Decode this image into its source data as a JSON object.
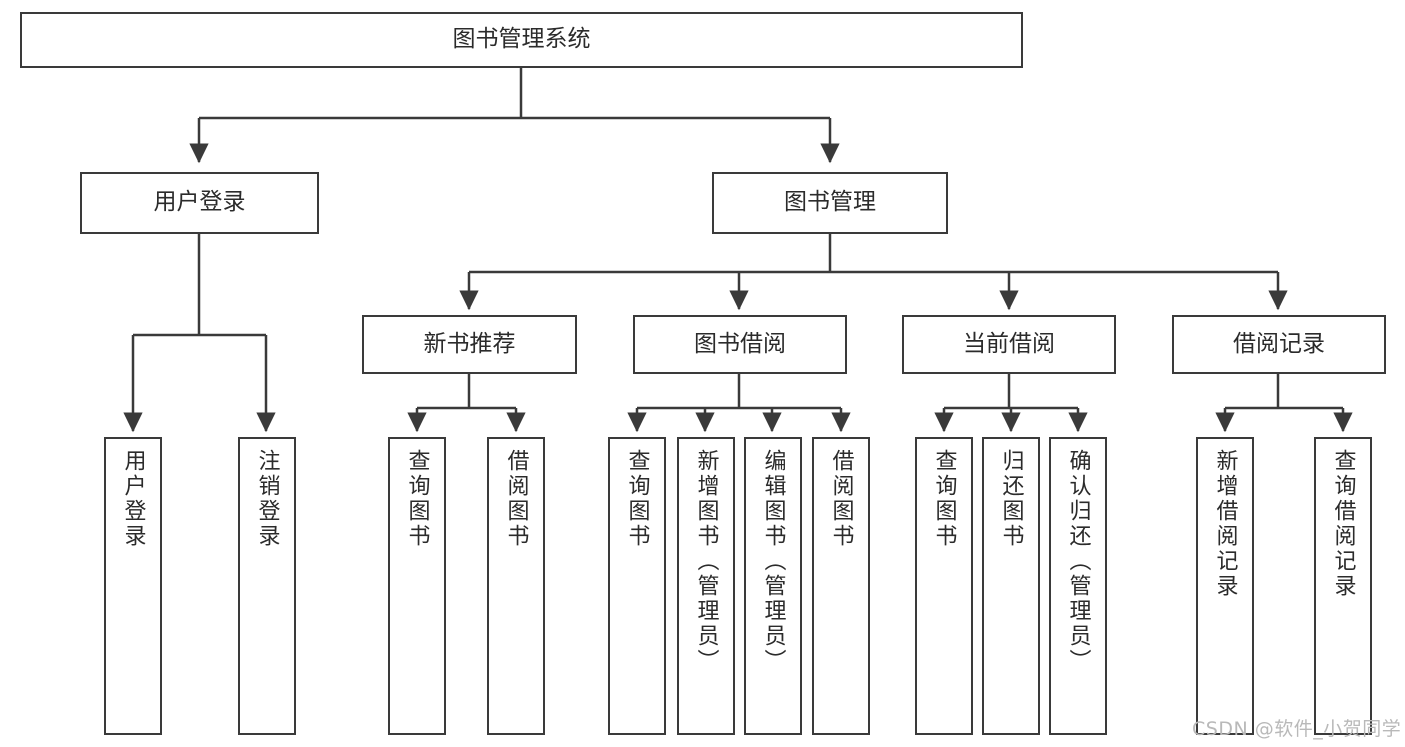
{
  "diagram": {
    "title": "图书管理系统",
    "type": "tree",
    "background_color": "#ffffff",
    "node_border_color": "#3a3a3a",
    "text_color": "#2b2b2b"
  },
  "nodes": {
    "root": {
      "label": "图书管理系统",
      "level": 1
    },
    "user_login": {
      "label": "用户登录",
      "level": 2
    },
    "book_manage": {
      "label": "图书管理",
      "level": 2
    },
    "new_book_rec": {
      "label": "新书推荐",
      "level": 3
    },
    "book_borrow": {
      "label": "图书借阅",
      "level": 3
    },
    "current_borrow": {
      "label": "当前借阅",
      "level": 3
    },
    "borrow_record": {
      "label": "借阅记录",
      "level": 3
    },
    "leaf_user_login": {
      "label": "用户登录",
      "level": 3
    },
    "leaf_logout": {
      "label": "注销登录",
      "level": 3
    },
    "leaf_query_book_rec": {
      "label": "查询图书",
      "level": 4
    },
    "leaf_borrow_book_rec": {
      "label": "借阅图书",
      "level": 4
    },
    "leaf_query_book_borrow": {
      "label": "查询图书",
      "level": 4
    },
    "leaf_add_book": {
      "label": "新增图书（管理员）",
      "level": 4
    },
    "leaf_edit_book": {
      "label": "编辑图书（管理员）",
      "level": 4
    },
    "leaf_borrow_book": {
      "label": "借阅图书",
      "level": 4
    },
    "leaf_query_book_cur": {
      "label": "查询图书",
      "level": 4
    },
    "leaf_return_book": {
      "label": "归还图书",
      "level": 4
    },
    "leaf_confirm_return": {
      "label": "确认归还（管理员）",
      "level": 4
    },
    "leaf_add_record": {
      "label": "新增借阅记录",
      "level": 4
    },
    "leaf_query_record": {
      "label": "查询借阅记录",
      "level": 4
    }
  },
  "watermark": {
    "text": "CSDN @软件_小贺同学"
  }
}
